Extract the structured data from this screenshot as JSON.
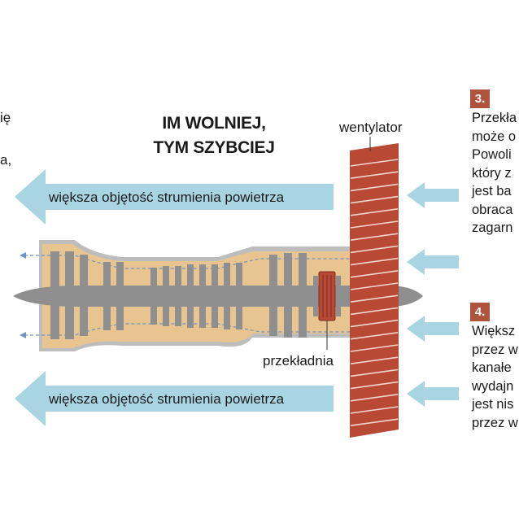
{
  "headline": {
    "line1": "IM WOLNIEJ,",
    "line2": "TYM SZYBCIEJ"
  },
  "left_fragments": [
    "ię",
    "a,"
  ],
  "labels": {
    "fan": "wentylator",
    "gearbox": "przekładnia",
    "airflow_top": "większa objętość strumienia powietrza",
    "airflow_bottom": "większa objętość strumienia powietrza"
  },
  "steps": [
    {
      "number": "3.",
      "lines": [
        "Przekła",
        "może o",
        "Powoli",
        "który z",
        "jest ba",
        "obraca",
        "zagarn"
      ]
    },
    {
      "number": "4.",
      "lines": [
        "Większ",
        "przez w",
        "kanałe",
        "wydajn",
        "jest nis",
        "przez w"
      ]
    }
  ],
  "colors": {
    "arrow": "#a9d5e3",
    "engine_core": "#e8c590",
    "engine_casing": "#bfbfbf",
    "fan_blades": "#b84a35",
    "badge": "#b0533c",
    "gearbox": "#b84a35"
  }
}
